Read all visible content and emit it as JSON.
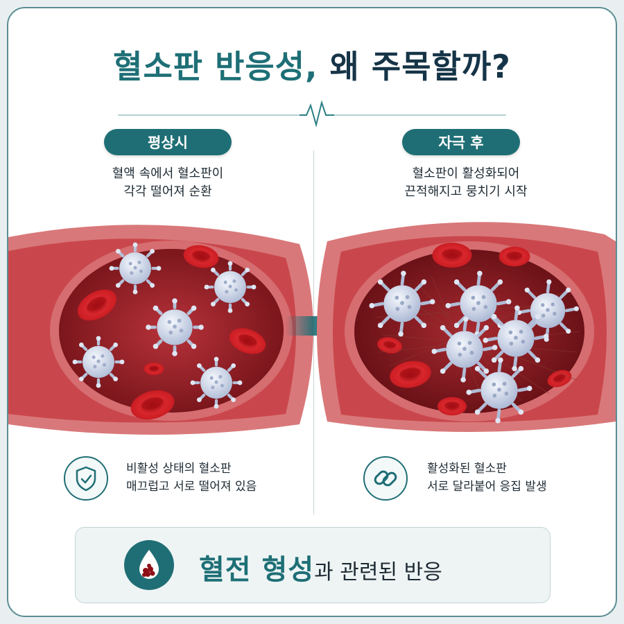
{
  "title": {
    "highlight": "혈소판 반응성,",
    "rest": "왜 주목할까?"
  },
  "left": {
    "badge": "평상시",
    "description": [
      "혈액 속에서 혈소판이",
      "각각 떨어져 순환"
    ],
    "caption": [
      "비활성 상태의 혈소판",
      "매끄럽고 서로 떨어져 있음"
    ],
    "icon": "shield-check-icon"
  },
  "right": {
    "badge": "자극 후",
    "description": [
      "혈소판이 활성화되어",
      "끈적해지고 뭉치기 시작"
    ],
    "caption": [
      "활성화된 혈소판",
      "서로 달라붙어 응집 발생"
    ],
    "icon": "chain-link-icon"
  },
  "bottom": {
    "highlight": "혈전 형성",
    "rest": "과 관련된 반응",
    "icon": "blood-drop-icon"
  },
  "colors": {
    "teal": "#1f6e75",
    "navy": "#163447",
    "vessel": "#c94b4f",
    "rbc": "#c8181f",
    "platelet": "#d6dff0"
  }
}
